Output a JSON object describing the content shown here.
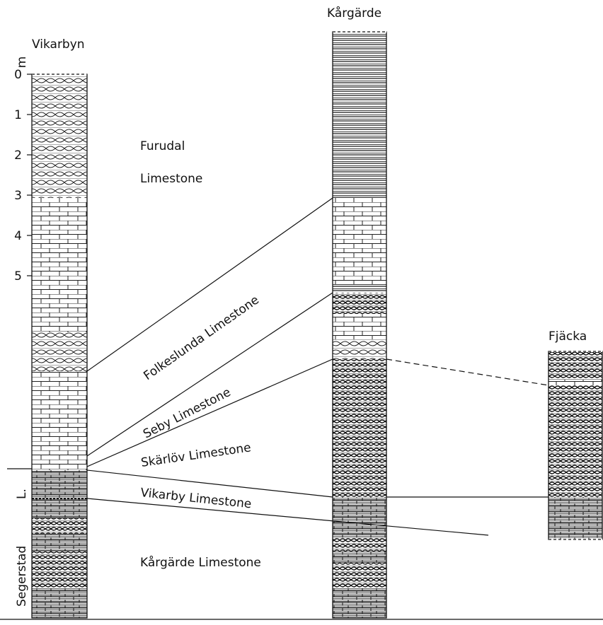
{
  "sections": {
    "vikarbyn": "Vikarbyn",
    "kargarde": "Kårgärde",
    "fjacka": "Fjäcka"
  },
  "scale": {
    "unit": "m",
    "ticks": [
      "0",
      "1",
      "2",
      "3",
      "4",
      "5"
    ]
  },
  "units": {
    "furudal_1": "Furudal",
    "furudal_2": "Limestone",
    "folkeslunda": "Folkeslunda Limestone",
    "seby": "Seby Limestone",
    "skarlov": "Skärlöv Limestone",
    "vikarby": "Vikarby Limestone",
    "kargarde_ls": "Kårgärde Limestone",
    "l_abbrev": "L.",
    "segerstad": "Segerstad"
  }
}
